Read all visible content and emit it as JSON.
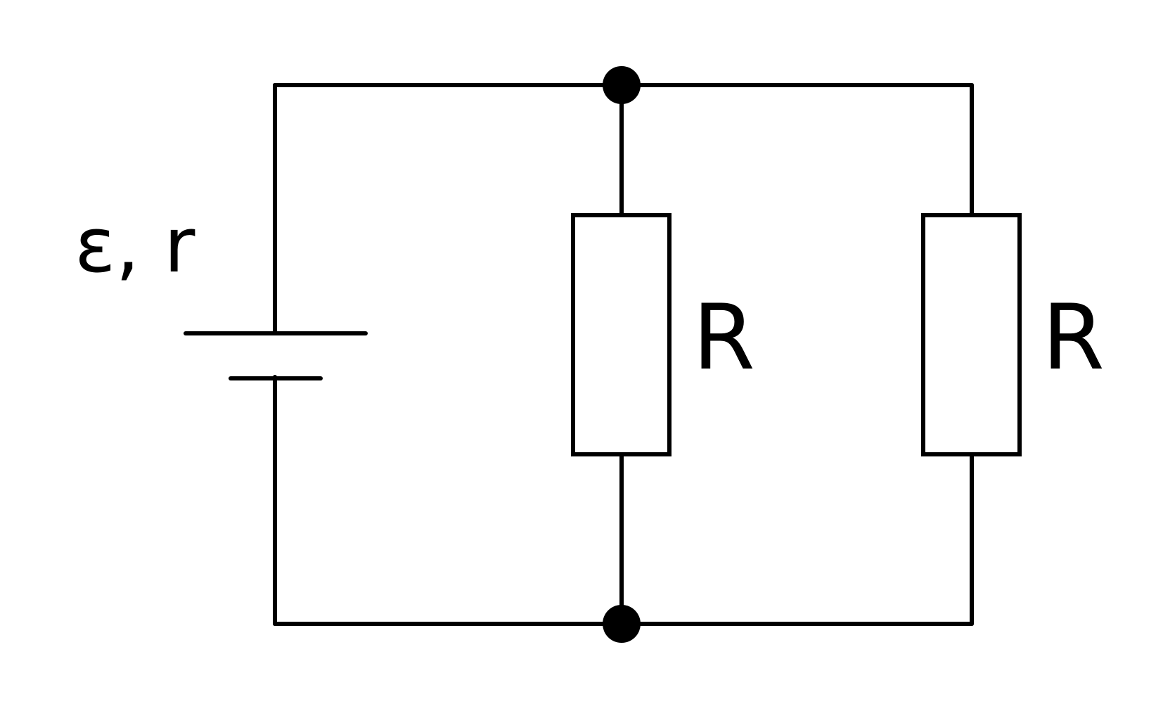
{
  "source": {
    "label": "ε, r"
  },
  "resistors": [
    {
      "label": "R"
    },
    {
      "label": "R"
    }
  ],
  "colors": {
    "stroke": "#000000",
    "background": "#ffffff"
  }
}
